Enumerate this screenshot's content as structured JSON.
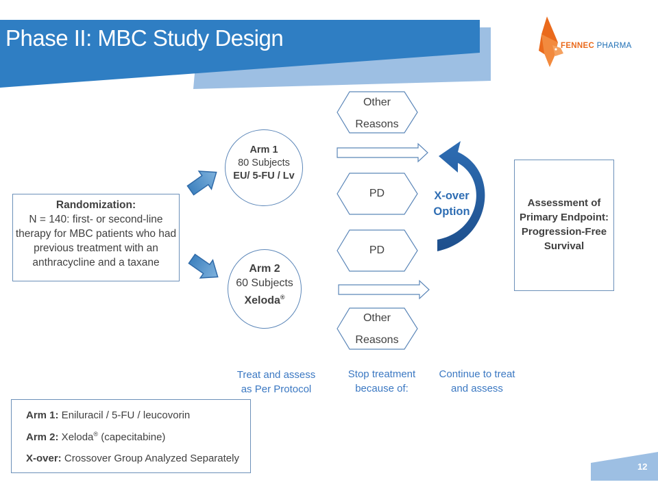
{
  "header": {
    "title": "Phase II: MBC Study Design"
  },
  "logo": {
    "brand_strong": "FENNEC",
    "brand_rest": " PHARMA"
  },
  "randomization": {
    "heading": "Randomization:",
    "lines": [
      "N = 140: first- or second-line",
      "therapy for MBC patients who had",
      "previous treatment with an",
      "anthracycline and a taxane"
    ]
  },
  "arm1": {
    "name": "Arm 1",
    "subjects": "80 Subjects",
    "regimen": "EU/ 5-FU / Lv"
  },
  "arm2": {
    "name": "Arm 2",
    "subjects": "60 Subjects",
    "regimen": "Xeloda",
    "mark": "®"
  },
  "outcomes": {
    "top_other": [
      "Other",
      "Reasons"
    ],
    "pd_top": "PD",
    "pd_bottom": "PD",
    "bottom_other": [
      "Other",
      "Reasons"
    ]
  },
  "crossover": {
    "label_line1": "X-over",
    "label_line2": "Option"
  },
  "assessment": {
    "lines": [
      "Assessment of",
      "Primary Endpoint:",
      "Progression-Free",
      "Survival"
    ]
  },
  "captions": {
    "treat": [
      "Treat and assess",
      "as Per Protocol"
    ],
    "stop": [
      "Stop treatment",
      "because of:"
    ],
    "continue": [
      "Continue to treat",
      "and assess"
    ]
  },
  "legend": {
    "arm1_label": "Arm 1:",
    "arm1_text": " Eniluracil / 5-FU / leucovorin",
    "arm2_label": "Arm 2:",
    "arm2_text_a": " Xeloda",
    "arm2_mark": "®",
    "arm2_text_b": " (capecitabine)",
    "xover_label": "X-over:",
    "xover_text": " Crossover Group Analyzed Separately"
  },
  "footer": {
    "page_number": "12"
  },
  "colors": {
    "banner": "#2f7ec3",
    "banner_light": "#9dbfe3",
    "accent_text": "#3b78c2",
    "arrow_fill": "#4f8ec6",
    "logo_orange": "#ea6a1c"
  }
}
